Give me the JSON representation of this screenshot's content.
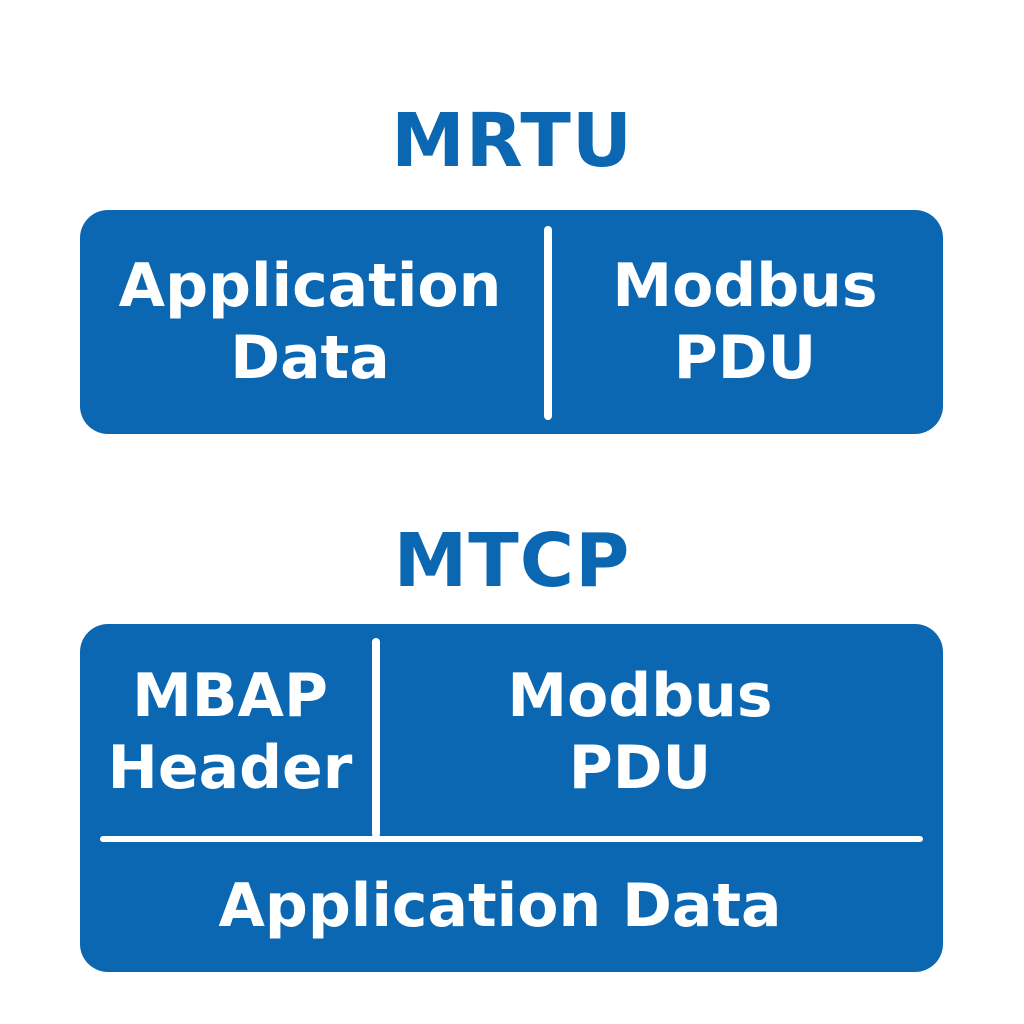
{
  "mrtu": {
    "title": "MRTU",
    "left_line1": "Application",
    "left_line2": "Data",
    "right_line1": "Modbus",
    "right_line2": "PDU"
  },
  "mtcp": {
    "title": "MTCP",
    "left_line1": "MBAP",
    "left_line2": "Header",
    "right_line1": "Modbus",
    "right_line2": "PDU",
    "bottom": "Application Data"
  },
  "colors": {
    "box": "#0b67b1",
    "text_on_box": "#ffffff",
    "title": "#0b67b1"
  }
}
